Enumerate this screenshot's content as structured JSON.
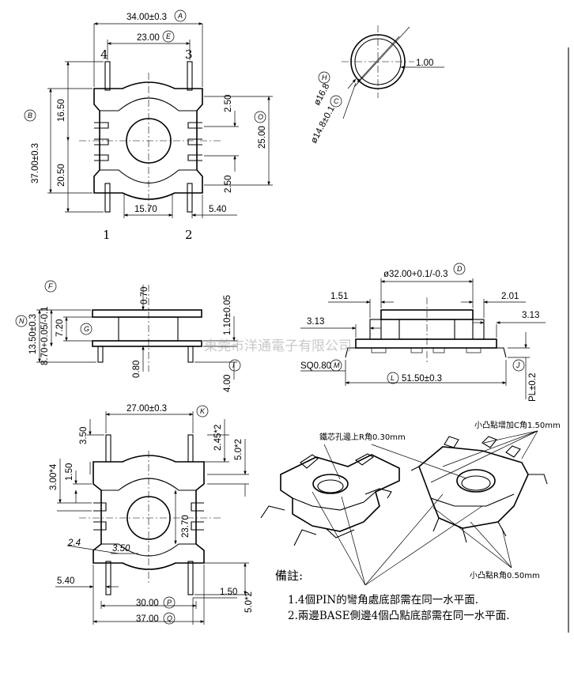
{
  "top_view": {
    "dims": {
      "width_34": "34.00±0.3",
      "pin_span_23": "23.00",
      "height_37": "37.00±0.3",
      "upper_1650": "16.50",
      "lower_2050": "20.50",
      "depth_25": "25.00",
      "gap_250_top": "2.50",
      "gap_250_bot": "2.50",
      "offset_1570": "15.70",
      "width_540": "5.40"
    },
    "pins": {
      "p1": "1",
      "p2": "2",
      "p3": "3",
      "p4": "4"
    },
    "bubbles": {
      "a": "A",
      "e": "E",
      "b": "B",
      "o": "O"
    }
  },
  "bore_detail": {
    "dims": {
      "wall": "1.00",
      "outer_dia": "ø16.8",
      "inner_dia": "ø14.8±0.1"
    },
    "bubbles": {
      "h": "H",
      "c": "C"
    }
  },
  "side_view": {
    "dims": {
      "top_070": "0.70",
      "h_1350": "13.50±0.3",
      "h_870": "8.70+0.05/-0.1",
      "h_720": "7.20",
      "h_110": "1.10±0.05",
      "h_080": "0.80",
      "h_400": "4.00"
    },
    "bubbles": {
      "f": "F",
      "n": "N",
      "g": "G",
      "i": "I"
    }
  },
  "front_view": {
    "dims": {
      "dia_32": "ø32.00+0.1/-0.3",
      "d_151": "1.51",
      "d_201": "2.01",
      "d_313_left": "3.13",
      "d_313_right": "3.13",
      "sq_080": "SQ0.80",
      "len_515": "51.50±0.3",
      "pl": "PL±0.2"
    },
    "bubbles": {
      "d": "D",
      "m": "M",
      "l": "L",
      "j": "J"
    }
  },
  "bottom_view": {
    "dims": {
      "w_27": "27.00±0.3",
      "d_350_top": "3.50",
      "d_245": "2.45*2",
      "d_50_top": "5.0*2",
      "d_300": "3.00*4",
      "d_150_left": "1.50",
      "d_2370": "23.70",
      "d_24": "2.4",
      "d_350_mid": "3.50",
      "d_540": "5.40",
      "w_30": "30.00",
      "w_37": "37.00",
      "d_150_right": "1.50",
      "d_50_bot": "5.0*2"
    },
    "bubbles": {
      "k": "K",
      "p": "P",
      "q": "Q"
    }
  },
  "callouts": {
    "core_hole_r": "鐵芯孔邊上R角0.30mm",
    "bump_c": "小凸點增加C角1.50mm",
    "bump_r": "小凸點R角0.50mm"
  },
  "notes": {
    "title": "備註:",
    "line1": "1.4個PIN的彎角處底部需在同一水平面.",
    "line2": "2.兩邊BASE側邊4個凸點底部需在同一水平面."
  },
  "watermark": "東莞市洋通電子有限公司"
}
